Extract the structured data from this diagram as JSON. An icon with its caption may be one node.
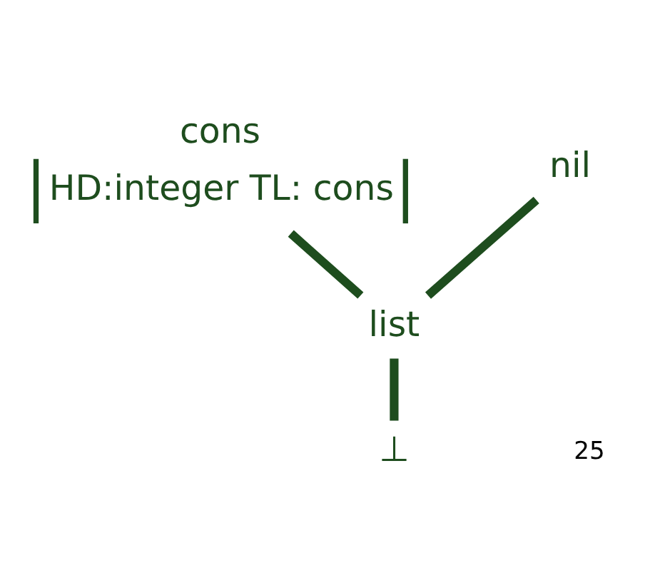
{
  "diagram": {
    "nodes": [
      {
        "text": [
          "cons",
          "HD:integer TL: cons"
        ]
      },
      {
        "text": [
          "nil"
        ]
      },
      {
        "text": [
          "list"
        ]
      },
      {
        "text": [
          "⊥"
        ]
      }
    ],
    "edges": [
      {
        "from": 0,
        "to": 2,
        "arrow": "none"
      },
      {
        "from": 1,
        "to": 2,
        "arrow": "none"
      },
      {
        "from": 2,
        "to": 3,
        "arrow": "none"
      }
    ],
    "labels": [
      "25"
    ]
  }
}
